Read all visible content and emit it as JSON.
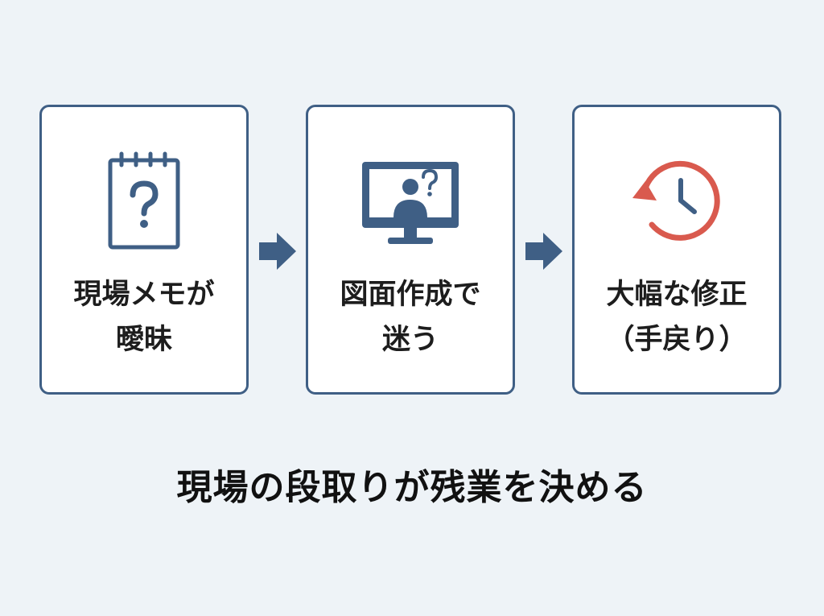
{
  "steps": [
    {
      "icon": "notepad-question-icon",
      "line1": "現場メモが",
      "line2": "曖昧"
    },
    {
      "icon": "monitor-user-question-icon",
      "line1": "図面作成で",
      "line2": "迷う"
    },
    {
      "icon": "clock-rework-icon",
      "line1": "大幅な修正",
      "line2": "（手戻り）"
    }
  ],
  "connectors": [
    "arrow-right-icon",
    "arrow-right-icon"
  ],
  "caption": "現場の段取りが残業を決める",
  "colors": {
    "background": "#eef3f7",
    "card_border": "#3f5f85",
    "icon_blue": "#3f5f85",
    "accent_red": "#d95a4e",
    "text": "#1d1d1d"
  }
}
